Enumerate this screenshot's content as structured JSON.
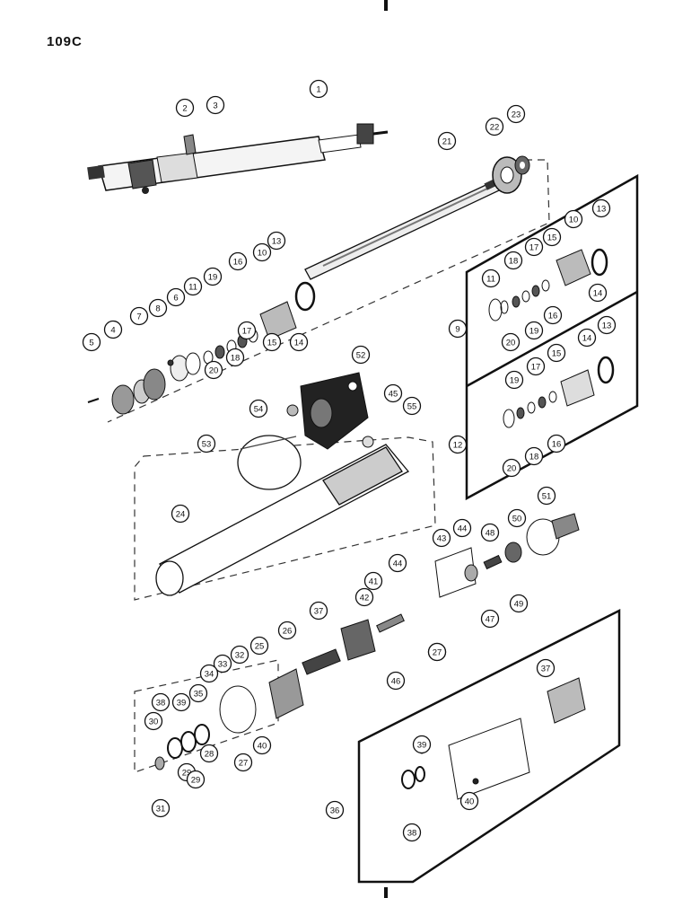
{
  "page": {
    "code": "109C"
  },
  "callouts": [
    "1",
    "2",
    "3",
    "4",
    "5",
    "6",
    "7",
    "8",
    "9",
    "10",
    "11",
    "12",
    "13",
    "14",
    "15",
    "16",
    "17",
    "18",
    "19",
    "20",
    "21",
    "22",
    "23",
    "24",
    "25",
    "26",
    "27",
    "28",
    "29",
    "30",
    "31",
    "32",
    "33",
    "34",
    "35",
    "36",
    "37",
    "38",
    "39",
    "40",
    "41",
    "42",
    "43",
    "44",
    "45",
    "46",
    "47",
    "48",
    "49",
    "50",
    "51",
    "52",
    "53",
    "54",
    "55"
  ]
}
